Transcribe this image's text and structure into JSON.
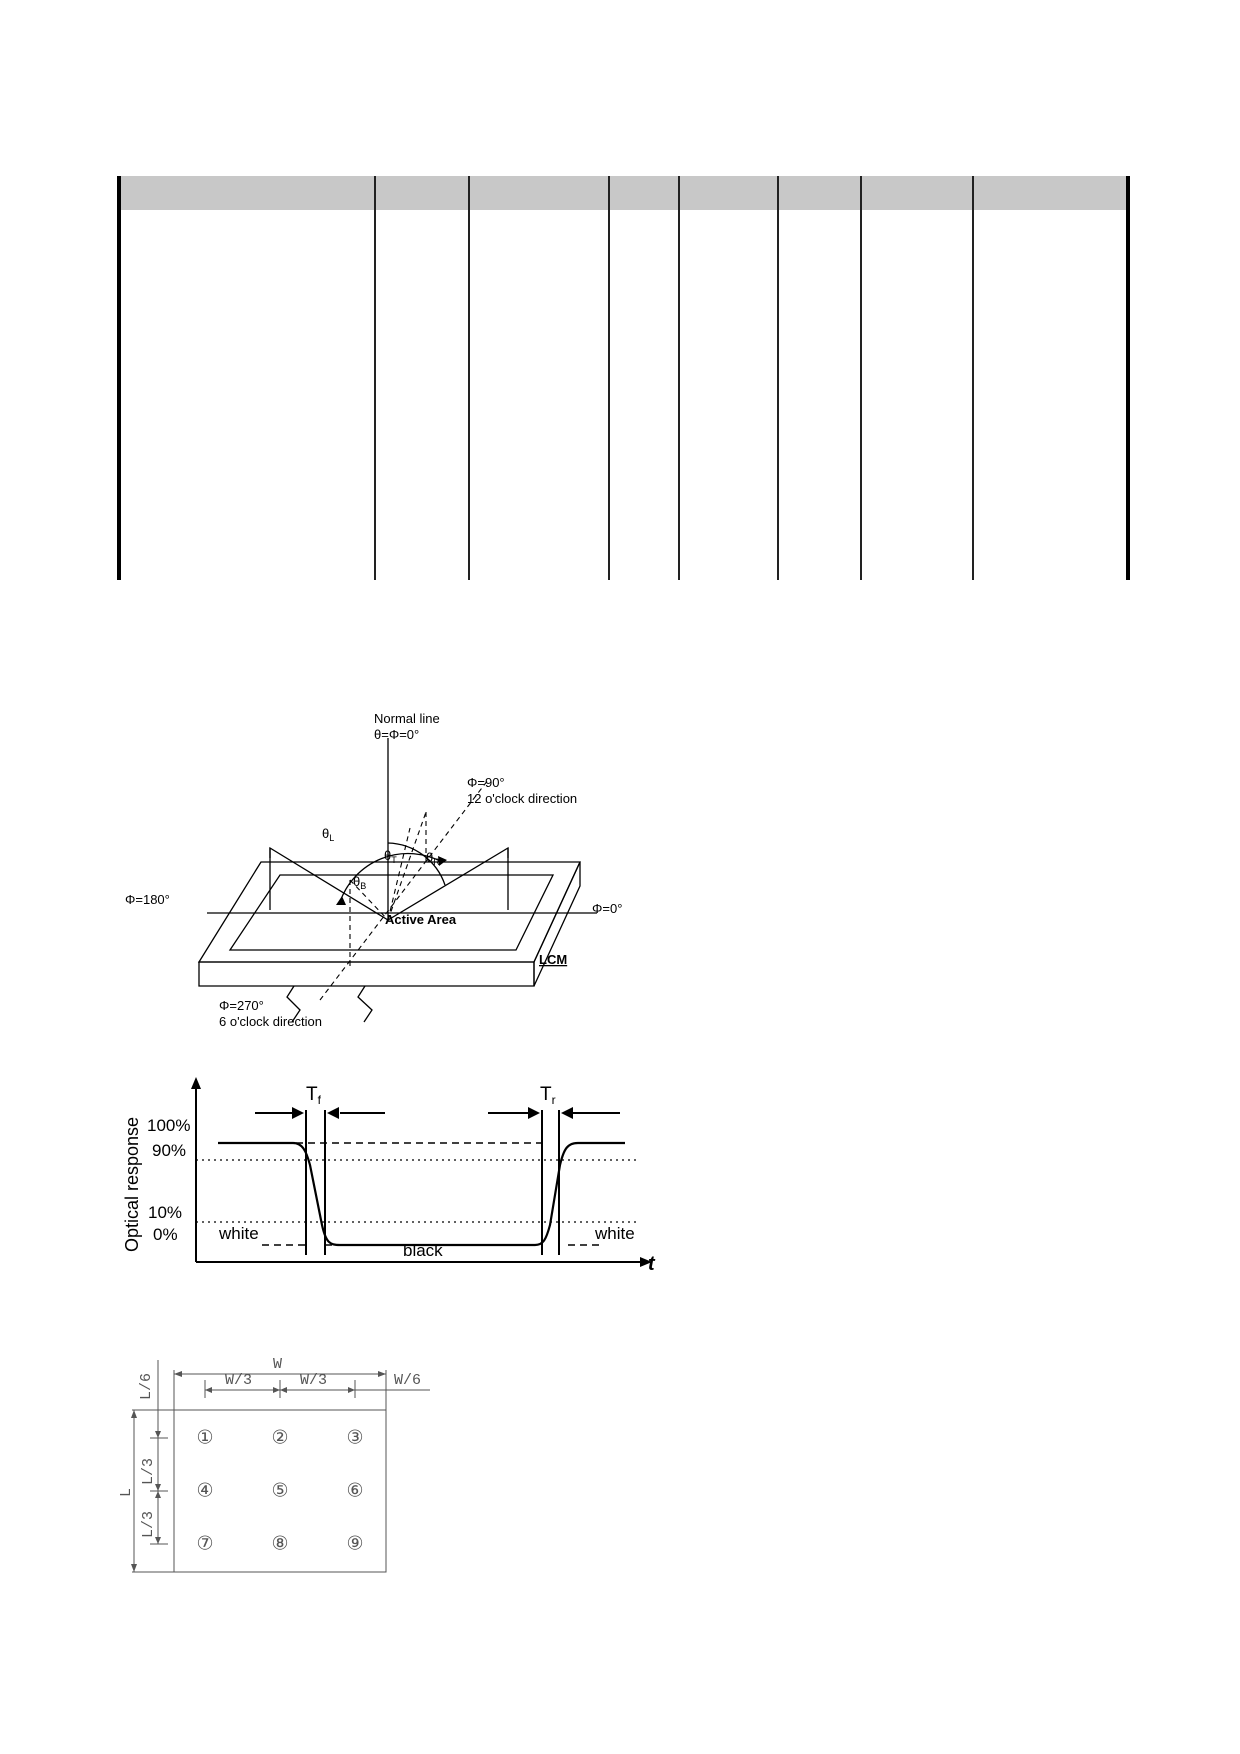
{
  "viewing_angle_figure": {
    "normal_line": "Normal line",
    "normal_angle": "θ=Φ=0°",
    "phi_90": "Φ=90°",
    "twelve_oclock": "12 o'clock direction",
    "phi_180": "Φ=180°",
    "phi_0": "Φ=0°",
    "phi_270": "Φ=270°",
    "six_oclock": "6 o'clock direction",
    "theta_l_base": "θ",
    "theta_l_sub": "L",
    "theta_t_base": "θ",
    "theta_t_sub": "T",
    "theta_r_base": "θ",
    "theta_r_sub": "R",
    "theta_b_base": "θ",
    "theta_b_sub": "B",
    "active_area": "Active Area",
    "lcm": "LCM"
  },
  "response_time_figure": {
    "y_axis_label": "Optical response",
    "level_100": "100%",
    "level_90": "90%",
    "level_10": "10%",
    "level_0": "0%",
    "tf_base": "T",
    "tf_sub": "f",
    "tr_base": "T",
    "tr_sub": "r",
    "white_left": "white",
    "black": "black",
    "white_right": "white",
    "t_axis": "t"
  },
  "measurement_points_figure": {
    "w": "W",
    "w3_a": "W/3",
    "w3_b": "W/3",
    "w6": "W/6",
    "l6": "L/6",
    "l3_a": "L/3",
    "l3_b": "L/3",
    "l": "L",
    "points": [
      "①",
      "②",
      "③",
      "④",
      "⑤",
      "⑥",
      "⑦",
      "⑧",
      "⑨"
    ]
  }
}
